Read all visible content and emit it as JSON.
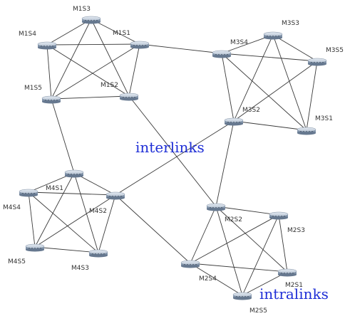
{
  "annotations": {
    "interlinks": "interlinks",
    "intralinks": "intralinks"
  },
  "colors": {
    "edge": "#3a3a3a",
    "annotation": "#1f2fd6",
    "router_top": "#cfd8e4",
    "router_body": "#8a9bb0"
  },
  "nodes": [
    {
      "id": "M1S1",
      "label": "M1S1"
    },
    {
      "id": "M1S2",
      "label": "M1S2"
    },
    {
      "id": "M1S3",
      "label": "M1S3"
    },
    {
      "id": "M1S4",
      "label": "M1S4"
    },
    {
      "id": "M1S5",
      "label": "M1S5"
    },
    {
      "id": "M2S1",
      "label": "M2S1"
    },
    {
      "id": "M2S2",
      "label": "M2S2"
    },
    {
      "id": "M2S3",
      "label": "M2S3"
    },
    {
      "id": "M2S4",
      "label": "M2S4"
    },
    {
      "id": "M2S5",
      "label": "M2S5"
    },
    {
      "id": "M3S1",
      "label": "M3S1"
    },
    {
      "id": "M3S2",
      "label": "M3S2"
    },
    {
      "id": "M3S3",
      "label": "M3S3"
    },
    {
      "id": "M3S4",
      "label": "M3S4"
    },
    {
      "id": "M3S5",
      "label": "M3S5"
    },
    {
      "id": "M4S1",
      "label": "M4S1"
    },
    {
      "id": "M4S2",
      "label": "M4S2"
    },
    {
      "id": "M4S3",
      "label": "M4S3"
    },
    {
      "id": "M4S4",
      "label": "M4S4"
    },
    {
      "id": "M4S5",
      "label": "M4S5"
    }
  ],
  "edges": [
    [
      "M1S3",
      "M1S4"
    ],
    [
      "M1S3",
      "M1S1"
    ],
    [
      "M1S3",
      "M1S5"
    ],
    [
      "M1S3",
      "M1S2"
    ],
    [
      "M1S4",
      "M1S1"
    ],
    [
      "M1S4",
      "M1S5"
    ],
    [
      "M1S4",
      "M1S2"
    ],
    [
      "M1S1",
      "M1S5"
    ],
    [
      "M1S1",
      "M1S2"
    ],
    [
      "M1S5",
      "M1S2"
    ],
    [
      "M3S3",
      "M3S4"
    ],
    [
      "M3S3",
      "M3S5"
    ],
    [
      "M3S3",
      "M3S2"
    ],
    [
      "M3S3",
      "M3S1"
    ],
    [
      "M3S4",
      "M3S5"
    ],
    [
      "M3S4",
      "M3S2"
    ],
    [
      "M3S4",
      "M3S1"
    ],
    [
      "M3S5",
      "M3S2"
    ],
    [
      "M3S5",
      "M3S1"
    ],
    [
      "M3S2",
      "M3S1"
    ],
    [
      "M4S1",
      "M4S4"
    ],
    [
      "M4S1",
      "M4S2"
    ],
    [
      "M4S1",
      "M4S5"
    ],
    [
      "M4S1",
      "M4S3"
    ],
    [
      "M4S4",
      "M4S2"
    ],
    [
      "M4S4",
      "M4S5"
    ],
    [
      "M4S4",
      "M4S3"
    ],
    [
      "M4S2",
      "M4S5"
    ],
    [
      "M4S2",
      "M4S3"
    ],
    [
      "M4S5",
      "M4S3"
    ],
    [
      "M2S2",
      "M2S3"
    ],
    [
      "M2S2",
      "M2S4"
    ],
    [
      "M2S2",
      "M2S1"
    ],
    [
      "M2S2",
      "M2S5"
    ],
    [
      "M2S3",
      "M2S4"
    ],
    [
      "M2S3",
      "M2S1"
    ],
    [
      "M2S3",
      "M2S5"
    ],
    [
      "M2S4",
      "M2S1"
    ],
    [
      "M2S4",
      "M2S5"
    ],
    [
      "M2S1",
      "M2S5"
    ],
    [
      "M1S1",
      "M3S4"
    ],
    [
      "M1S2",
      "M2S2"
    ],
    [
      "M1S5",
      "M4S1"
    ],
    [
      "M3S2",
      "M2S2"
    ],
    [
      "M3S2",
      "M4S2"
    ],
    [
      "M4S2",
      "M2S4"
    ]
  ]
}
